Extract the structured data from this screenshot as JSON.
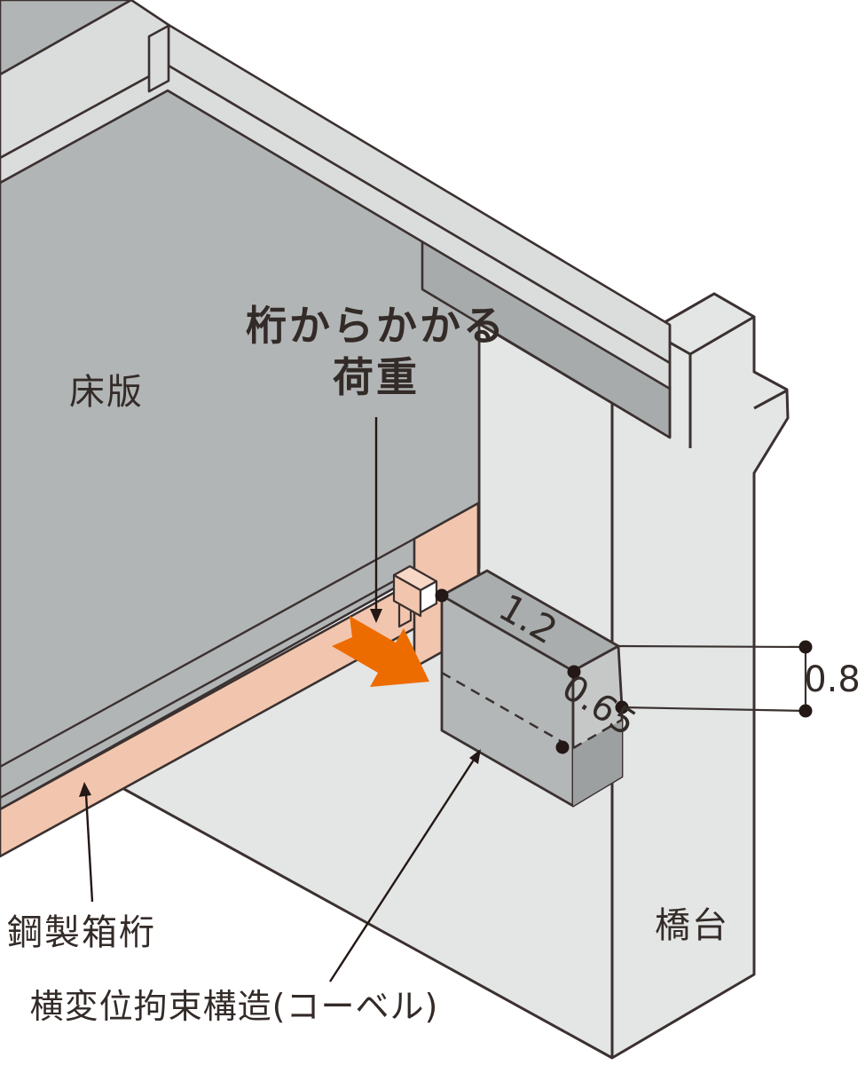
{
  "diagram": {
    "title_hint": "Bridge girder end detail with lateral-displacement restraining corbel",
    "labels": {
      "deck": "床版",
      "load_line1": "桁からかかる",
      "load_line2": "荷重",
      "girder": "鋼製箱桁",
      "corbel": "横変位拘束構造(コーベル)",
      "abutment": "橋台"
    },
    "dimensions": {
      "corbel_length": "1.2",
      "corbel_height": "0.65",
      "abutment_gap": "0.8"
    },
    "colors": {
      "orange_arrow": "#ed6c00",
      "girder_salmon": "#f2c6ae",
      "girder_salmon_light": "#f7d8c6",
      "deck_front_gray": "#b2b5b6",
      "deck_top_light": "#dbdcdc",
      "deck_dark_band": "#a8abac",
      "abutment_gray": "#e4e5e5",
      "corbel_top": "#a9adae",
      "corbel_front": "#b4b7b8",
      "corbel_end": "#c6c8c8",
      "corbel_end_shadow": "#9da0a1",
      "outline": "#3a3130",
      "text": "#332b28"
    }
  }
}
